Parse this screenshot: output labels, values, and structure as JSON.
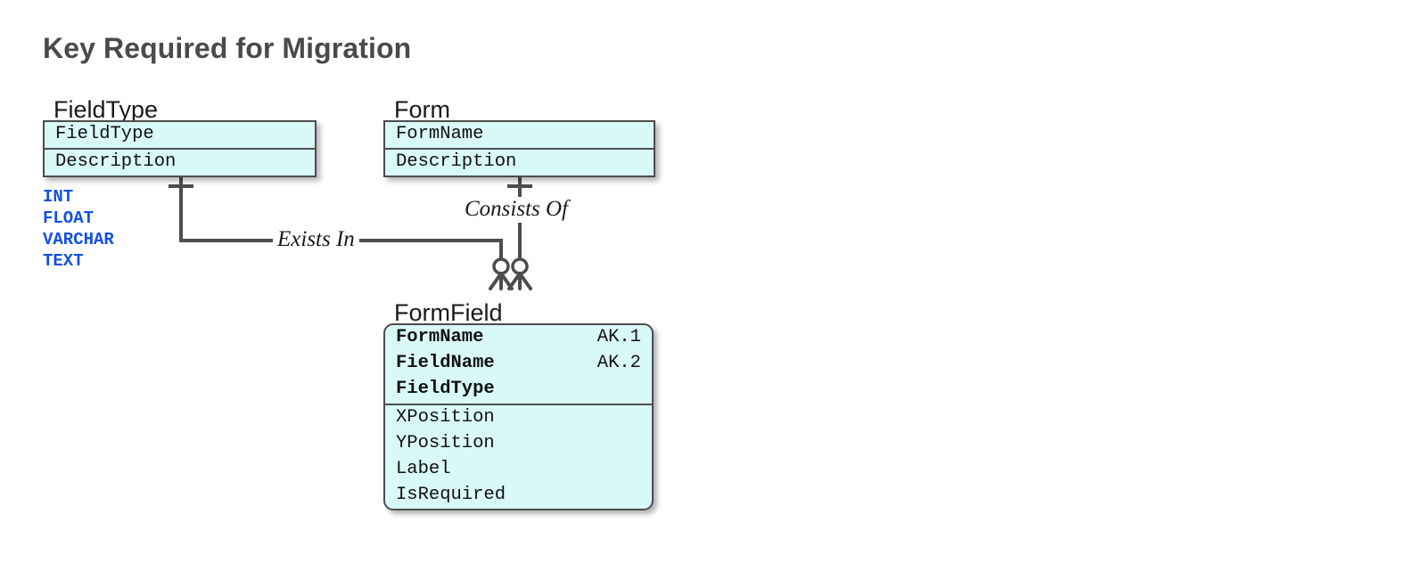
{
  "title": "Key Required for Migration",
  "theme": {
    "entity_fill": "#d9f8f8",
    "entity_border": "#4d4d4d",
    "connector": "#4d4d4d",
    "value_text": "#1150e8",
    "title_text": "#4a4a4a"
  },
  "entities": [
    {
      "id": "fieldtype",
      "name": "FieldType",
      "shape": "square",
      "key_attributes": [
        {
          "name": "FieldType",
          "tag": ""
        }
      ],
      "attributes": [
        {
          "name": "Description",
          "tag": ""
        }
      ]
    },
    {
      "id": "form",
      "name": "Form",
      "shape": "square",
      "key_attributes": [
        {
          "name": "FormName",
          "tag": ""
        }
      ],
      "attributes": [
        {
          "name": "Description",
          "tag": ""
        }
      ]
    },
    {
      "id": "formfield",
      "name": "FormField",
      "shape": "rounded",
      "key_attributes": [
        {
          "name": "FormName",
          "tag": "AK.1"
        },
        {
          "name": "FieldName",
          "tag": "AK.2"
        },
        {
          "name": "FieldType",
          "tag": ""
        }
      ],
      "attributes": [
        {
          "name": "XPosition",
          "tag": ""
        },
        {
          "name": "YPosition",
          "tag": ""
        },
        {
          "name": "Label",
          "tag": ""
        },
        {
          "name": "IsRequired",
          "tag": ""
        }
      ]
    }
  ],
  "value_list": {
    "for_entity": "FieldType",
    "values": [
      "INT",
      "FLOAT",
      "VARCHAR",
      "TEXT"
    ]
  },
  "relationships": [
    {
      "id": "exists-in",
      "label": "Exists In",
      "from": "FieldType",
      "to": "FormField"
    },
    {
      "id": "consists-of",
      "label": "Consists Of",
      "from": "Form",
      "to": "FormField"
    }
  ]
}
